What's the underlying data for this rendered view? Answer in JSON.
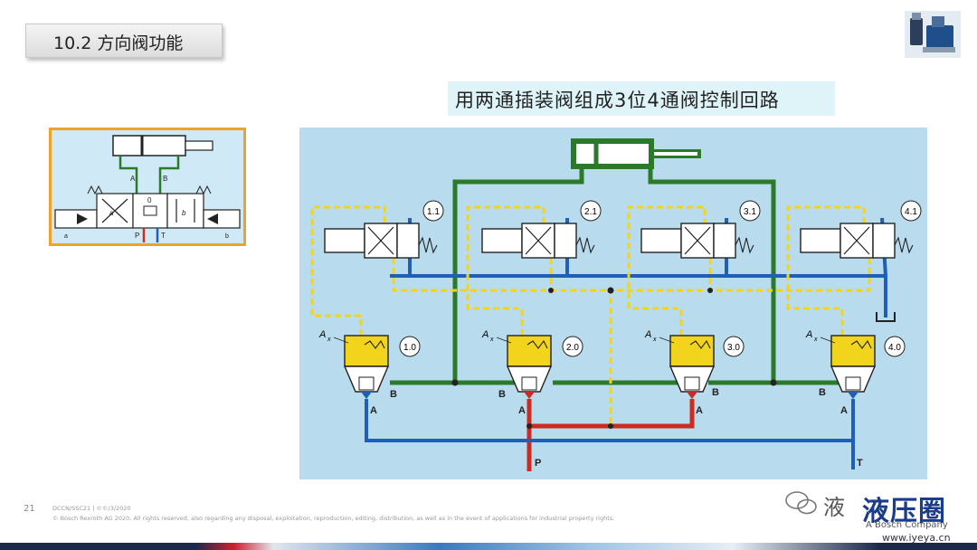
{
  "slide": {
    "title": "10.2 方向阀功能",
    "subtitle": "用两通插装阀组成3位4通阀控制回路",
    "page_number": "21"
  },
  "small_diagram": {
    "port_labels": [
      "A",
      "B",
      "a",
      "0",
      "b",
      "a",
      "P",
      "T",
      "b"
    ]
  },
  "main_diagram": {
    "pilot_valves": [
      "1.1",
      "2.1",
      "3.1",
      "4.1"
    ],
    "cartridge_valves": [
      "1.0",
      "2.0",
      "3.0",
      "4.0"
    ],
    "area_label": "A",
    "area_subscript": "x",
    "port_A": "A",
    "port_B": "B",
    "pressure_port": "P",
    "tank_port": "T"
  },
  "footer": {
    "line1": "DCCN/SSC21 | ©©/3/2020",
    "line2": "© Bosch Rexroth AG 2020. All rights reserved, also regarding any disposal, exploitation, reproduction, editing, distribution, as well as in the event of applications for industrial property rights."
  },
  "watermark": {
    "cn_text": "液",
    "logo": "液压圈",
    "company": "A Bosch Company",
    "url": "www.iyeya.cn"
  },
  "colors": {
    "green": "#2a7a2a",
    "red": "#cc2b1f",
    "blue": "#1f5fb5",
    "yellow": "#f2d41c",
    "frame_orange": "#f0a12a",
    "diagram_bg": "#b8dcee"
  }
}
